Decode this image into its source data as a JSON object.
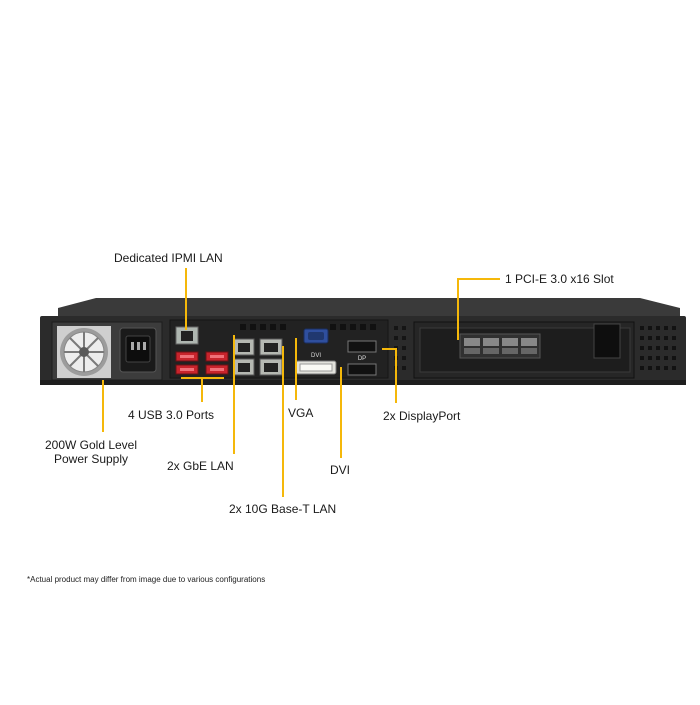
{
  "labels": {
    "ipmi": "Dedicated IPMI  LAN",
    "pcie": "1 PCI-E 3.0 x16 Slot",
    "usb": "4 USB 3.0 Ports",
    "vga": "VGA",
    "displayport": "2x DisplayPort",
    "psu_line1": "200W Gold Level",
    "psu_line2": "Power Supply",
    "gbe": "2x GbE LAN",
    "dvi": "DVI",
    "tenG": "2x 10G Base-T LAN"
  },
  "panel_text": {
    "dvi_port": "DVI",
    "dp_port": "DP"
  },
  "footnote": "*Actual product may differ from image due to various configurations",
  "colors": {
    "callout": "#f5b80a",
    "chassis": "#2b2b2b",
    "usb_port": "#c8242c",
    "vga_port": "#2f4f9e"
  }
}
